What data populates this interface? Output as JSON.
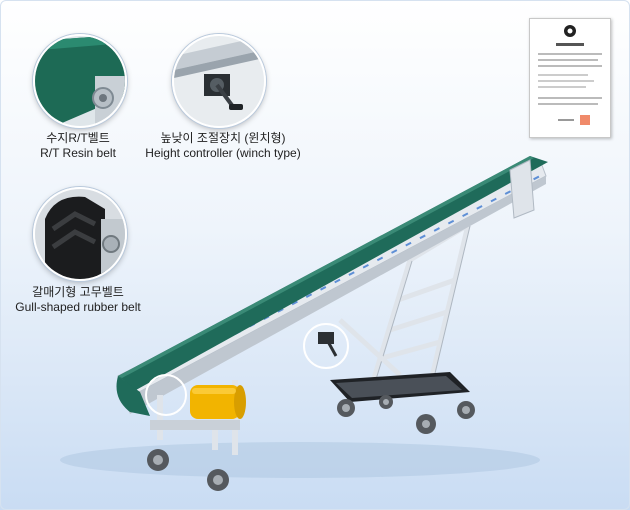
{
  "details": [
    {
      "name_ko": "수지R/T벨트",
      "name_en": "R/T Resin belt"
    },
    {
      "name_ko": "높낮이 조절장치 (윈치형)",
      "name_en": "Height controller (winch type)"
    },
    {
      "name_ko": "갈매기형 고무벨트",
      "name_en": "Gull-shaped rubber belt"
    }
  ],
  "colors": {
    "belt": "#1f6b5a",
    "frame": "#e9edf2",
    "roller": "#f2b400",
    "background_bottom": "#c9dcf3"
  },
  "icons": [
    "certificate-document",
    "belt-conveyor",
    "caster-wheel",
    "winch-handle"
  ]
}
